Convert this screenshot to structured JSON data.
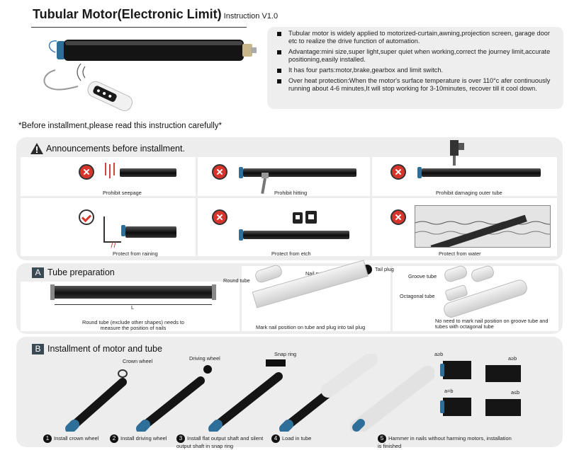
{
  "header": {
    "title": "Tubular Motor(Electronic Limit)",
    "version": "Instruction V1.0"
  },
  "info": [
    "Tubular motor is widely applied to motorized-curtain,awning,projection screen, garage door etc to realize the drive function of automation.",
    "Advantage:mini size,super light,super quiet when working,correct the journey limit,accurate positioning,easily installed.",
    "It has four parts:motor,brake,gearbox and limit switch.",
    "Over heat protection:When the motor's surface temperature is over 110°c afer continuously running about 4-6 minutes,It will stop working for 3-10minutes, recover till it cool down."
  ],
  "before_note": "*Before  installment,please read this instruction carefully*",
  "announcements": {
    "title": "Announcements before installment.",
    "items": [
      "Prohibit seepage",
      "Prohibit hitting",
      "Prohibit damaging outer tube",
      "Protect from raining",
      "Protect from etch",
      "Protect from water"
    ]
  },
  "section_a": {
    "letter": "A",
    "title": "Tube preparation",
    "dim_label": "L",
    "caption_left": "Round tube (exclude other shapes) needs to measure the position of nails",
    "caption_mid": "Mark nail position on tube and plug into tail plug",
    "caption_right": "No need to mark nail position on groove tube and tubes with octagonal tube",
    "round_tube": "Round tube",
    "nail_position": "Nail position",
    "tail_plug": "Tail plug",
    "groove_tube": "Groove tube",
    "octagonal_tube": "Octagonal tube"
  },
  "section_b": {
    "letter": "B",
    "title": "Installment of motor and tube",
    "crown_wheel": "Crown wheel",
    "driving_wheel": "Driving wheel",
    "snap_ring": "Snap ring",
    "steps": [
      {
        "n": "1",
        "label": "Install crown wheel"
      },
      {
        "n": "2",
        "label": "Install driving wheel"
      },
      {
        "n": "3",
        "label": "Install flat output shaft and silent output shaft in snap ring"
      },
      {
        "n": "4",
        "label": "Load in tube"
      },
      {
        "n": "5",
        "label": "Hammer in nails without harming motors, installation is finished"
      }
    ],
    "dims": [
      "a≥b",
      "a≥b",
      "a=b",
      "a≤b"
    ]
  }
}
